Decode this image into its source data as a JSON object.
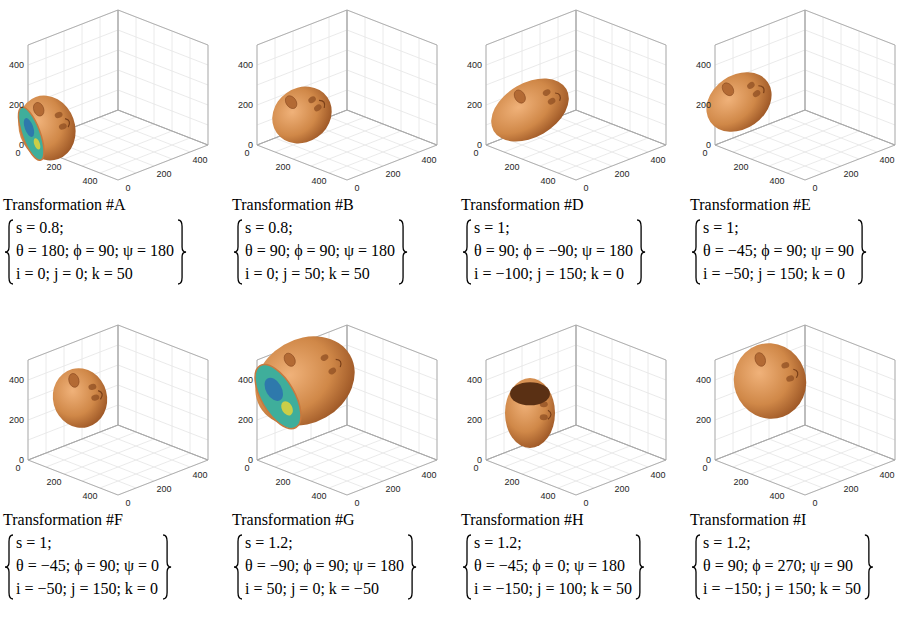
{
  "diagram": {
    "labels": [
      "400",
      "200",
      "0",
      "0",
      "200",
      "400",
      "400",
      "200",
      "0",
      "Transformation #A",
      "s = 0.8;",
      "θ = 180; ϕ = 90; ψ = 180",
      "i = 0; j = 0; k = 50",
      "400",
      "200",
      "0",
      "0",
      "200",
      "400",
      "400",
      "200",
      "0",
      "Transformation #B",
      "s = 0.8;",
      "θ = 90; ϕ = 90; ψ = 180",
      "i = 0; j = 50; k = 50",
      "400",
      "200",
      "0",
      "0",
      "200",
      "400",
      "400",
      "200",
      "0",
      "Transformation #D",
      "s = 1;",
      "θ = 90; ϕ = −90; ψ = 180",
      "i = −100; j = 150; k = 0",
      "400",
      "200",
      "0",
      "0",
      "200",
      "400",
      "400",
      "200",
      "0",
      "Transformation #E",
      "s = 1;",
      "θ = −45; ϕ = 90; ψ = 90",
      "i = −50; j = 150; k = 0",
      "400",
      "200",
      "0",
      "0",
      "200",
      "400",
      "400",
      "200",
      "0",
      "Transformation #F",
      "s = 1;",
      "θ = −45; ϕ = 90; ψ = 0",
      "i = −50; j = 150; k = 0",
      "400",
      "200",
      "0",
      "0",
      "200",
      "400",
      "400",
      "200",
      "0",
      "Transformation #G",
      "s = 1.2;",
      "θ = −90; ϕ = 90; ψ = 180",
      "i = 50; j = 0; k = −50",
      "400",
      "200",
      "0",
      "0",
      "200",
      "400",
      "400",
      "200",
      "0",
      "Transformation #H",
      "s = 1.2;",
      "θ = −45; ϕ = 0; ψ = 180",
      "i = −150; j = 100; k = 50",
      "400",
      "200",
      "0",
      "0",
      "200",
      "400",
      "400",
      "200",
      "0",
      "Transformation #I",
      "s = 1.2;",
      "θ = 90; ϕ = 270; ψ = 90",
      "i = −150; j = 150; k = 50"
    ]
  }
}
